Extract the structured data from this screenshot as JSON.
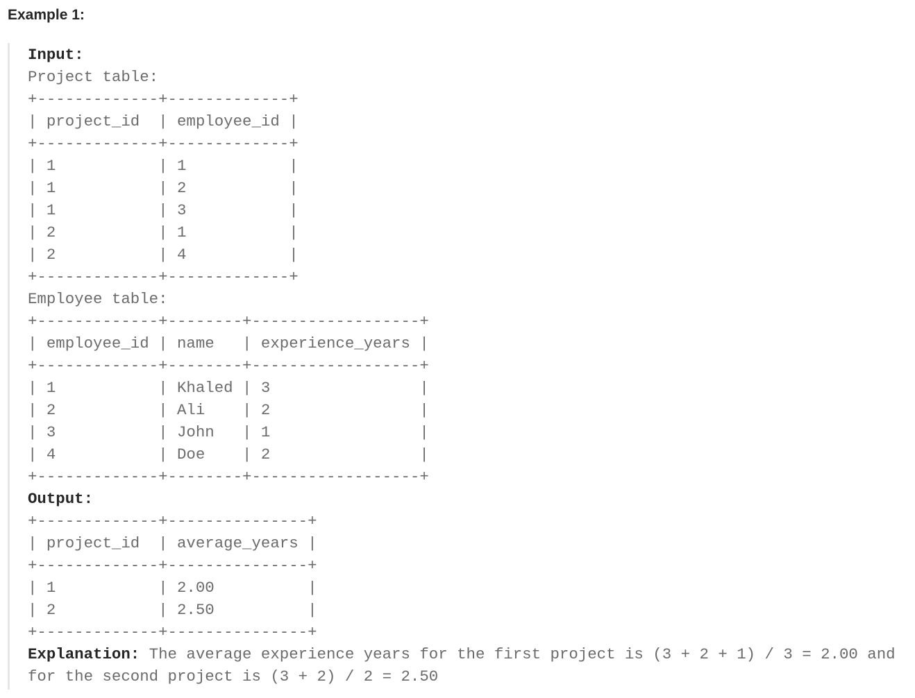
{
  "heading": "Example 1:",
  "input_label": "Input:",
  "project_table_label": "Project table:",
  "project_table": [
    "+-------------+-------------+",
    "| project_id  | employee_id |",
    "+-------------+-------------+",
    "| 1           | 1           |",
    "| 1           | 2           |",
    "| 1           | 3           |",
    "| 2           | 1           |",
    "| 2           | 4           |",
    "+-------------+-------------+"
  ],
  "employee_table_label": "Employee table:",
  "employee_table": [
    "+-------------+--------+------------------+",
    "| employee_id | name   | experience_years |",
    "+-------------+--------+------------------+",
    "| 1           | Khaled | 3                |",
    "| 2           | Ali    | 2                |",
    "| 3           | John   | 1                |",
    "| 4           | Doe    | 2                |",
    "+-------------+--------+------------------+"
  ],
  "output_label": "Output:",
  "output_table": [
    "+-------------+---------------+",
    "| project_id  | average_years |",
    "+-------------+---------------+",
    "| 1           | 2.00          |",
    "| 2           | 2.50          |",
    "+-------------+---------------+"
  ],
  "explanation_label": "Explanation:",
  "explanation_text": " The average experience years for the first project is (3 + 2 + 1) / 3 = 2.00 and\nfor the second project is (3 + 2) / 2 = 2.50"
}
